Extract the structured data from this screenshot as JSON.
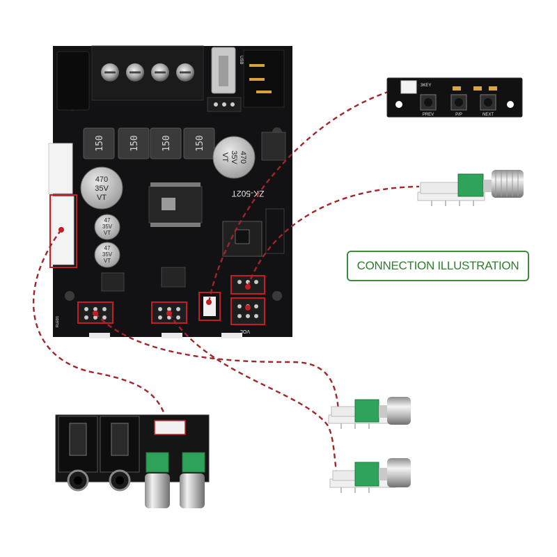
{
  "label": "CONNECTION ILLUSTRATION",
  "main_board": {
    "model": "ZK-502T",
    "inductor_marking": "150",
    "large_capacitor": {
      "line1": "470",
      "line2": "35V",
      "line3": "VT"
    },
    "small_capacitor": {
      "line1": "47",
      "line2": "35V",
      "line3": "VT"
    },
    "silk_vol": "VOL",
    "silk_usb": "USB",
    "silk_rled": "RLED1"
  },
  "key_board": {
    "header": "3KEY",
    "buttons": [
      "PREV",
      "P/P",
      "NEXT"
    ]
  },
  "colors": {
    "pcb": "#121214",
    "dashed_line": "#a0262a",
    "highlight_box": "#c41e24",
    "label_border": "#3f8a3a",
    "label_text": "#2f7d2a",
    "pot_green": "#2fa35a"
  }
}
